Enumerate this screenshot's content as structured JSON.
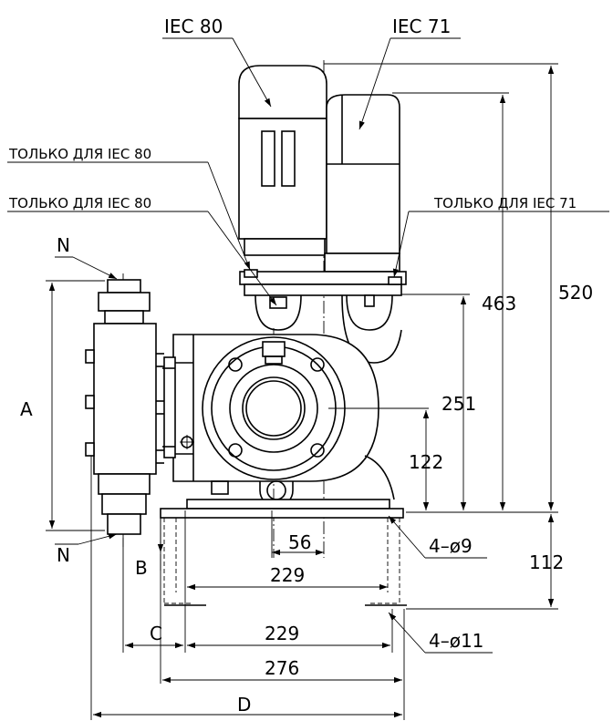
{
  "labels": {
    "iec80": "IEC 80",
    "iec71": "IEC 71",
    "only80_a": "ТОЛЬКО ДЛЯ IEC 80",
    "only80_b": "ТОЛЬКО ДЛЯ IEC 80",
    "only71": "ТОЛЬКО ДЛЯ IEC 71",
    "n_top": "N",
    "n_bottom": "N",
    "a": "A",
    "b": "B",
    "c": "C",
    "d": "D"
  },
  "dimensions": {
    "d520": "520",
    "d463": "463",
    "d251": "251",
    "d122": "122",
    "d112": "112",
    "d56": "56",
    "d229_top": "229",
    "d229_bottom": "229",
    "d276": "276",
    "hole9": "4–ø9",
    "hole11": "4–ø11"
  }
}
